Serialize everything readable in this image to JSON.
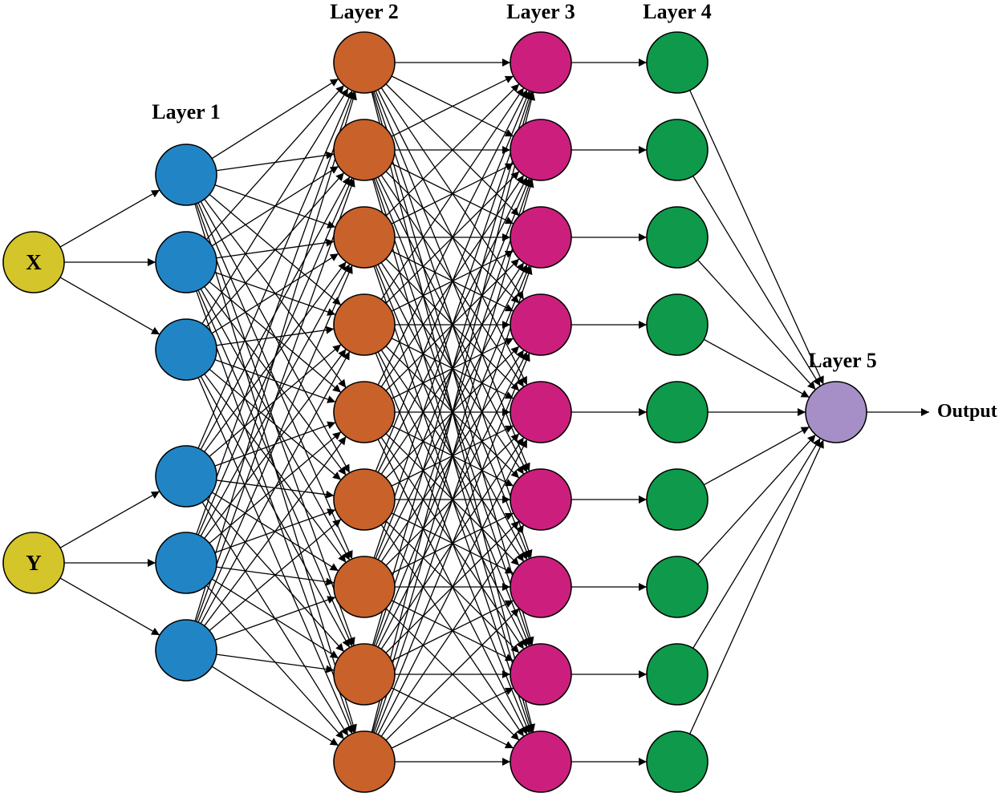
{
  "diagram": {
    "layers": [
      {
        "key": "inputs",
        "title": "",
        "color": "#d4c52b",
        "nodes": [
          "X",
          "Y"
        ]
      },
      {
        "key": "layer1",
        "title": "Layer 1",
        "color": "#2185c5",
        "nodes": [
          "",
          "",
          "",
          "",
          "",
          ""
        ]
      },
      {
        "key": "layer2",
        "title": "Layer 2",
        "color": "#c8612a",
        "nodes": [
          "",
          "",
          "",
          "",
          "",
          "",
          "",
          "",
          ""
        ]
      },
      {
        "key": "layer3",
        "title": "Layer 3",
        "color": "#cc1f7d",
        "nodes": [
          "",
          "",
          "",
          "",
          "",
          "",
          "",
          "",
          ""
        ]
      },
      {
        "key": "layer4",
        "title": "Layer 4",
        "color": "#0e9a4a",
        "nodes": [
          "",
          "",
          "",
          "",
          "",
          "",
          "",
          "",
          ""
        ]
      },
      {
        "key": "layer5",
        "title": "Layer 5",
        "color": "#a68fc6",
        "nodes": [
          ""
        ]
      }
    ],
    "output_label": "Output"
  }
}
